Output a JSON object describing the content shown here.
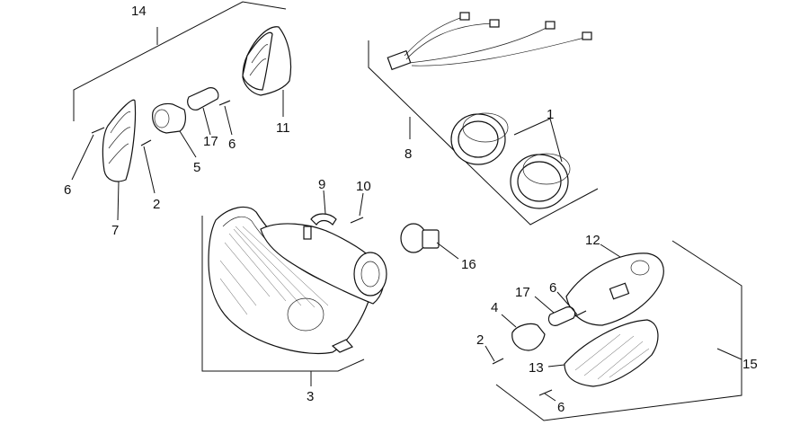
{
  "diagram": {
    "callouts": {
      "c1": "1",
      "c2a": "2",
      "c2b": "2",
      "c3": "3",
      "c4": "4",
      "c5": "5",
      "c6a": "6",
      "c6b": "6",
      "c6c": "6",
      "c6d": "6",
      "c7": "7",
      "c8": "8",
      "c9": "9",
      "c10": "10",
      "c11": "11",
      "c12": "12",
      "c13": "13",
      "c14": "14",
      "c15": "15",
      "c16": "16",
      "c17a": "17",
      "c17b": "17"
    }
  }
}
